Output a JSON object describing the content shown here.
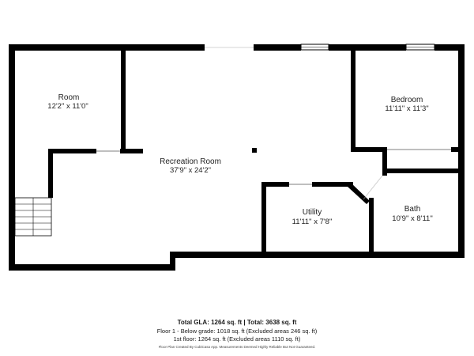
{
  "rooms": [
    {
      "id": "room",
      "name": "Room",
      "dims": "12'2\" x 11'0\""
    },
    {
      "id": "recreation",
      "name": "Recreation Room",
      "dims": "37'9\" x 24'2\""
    },
    {
      "id": "bedroom",
      "name": "Bedroom",
      "dims": "11'11\" x 11'3\""
    },
    {
      "id": "utility",
      "name": "Utility",
      "dims": "11'11\" x 7'8\""
    },
    {
      "id": "bath",
      "name": "Bath",
      "dims": "10'9\" x 8'11\""
    }
  ],
  "footer": {
    "totals": "Total GLA: 1264 sq. ft | Total: 3638 sq. ft",
    "floor1": "Floor 1 - Below grade: 1018 sq. ft (Excluded areas 246 sq. ft)",
    "floor1st": "1st floor: 1264 sq. ft (Excluded areas 1110 sq. ft)",
    "note": "Floor Plan Created By CubiCasa App. Measurements Deemed Highly Reliable But Not Guaranteed."
  },
  "colors": {
    "wall": "#000000",
    "background": "#ffffff",
    "text": "#222222"
  }
}
